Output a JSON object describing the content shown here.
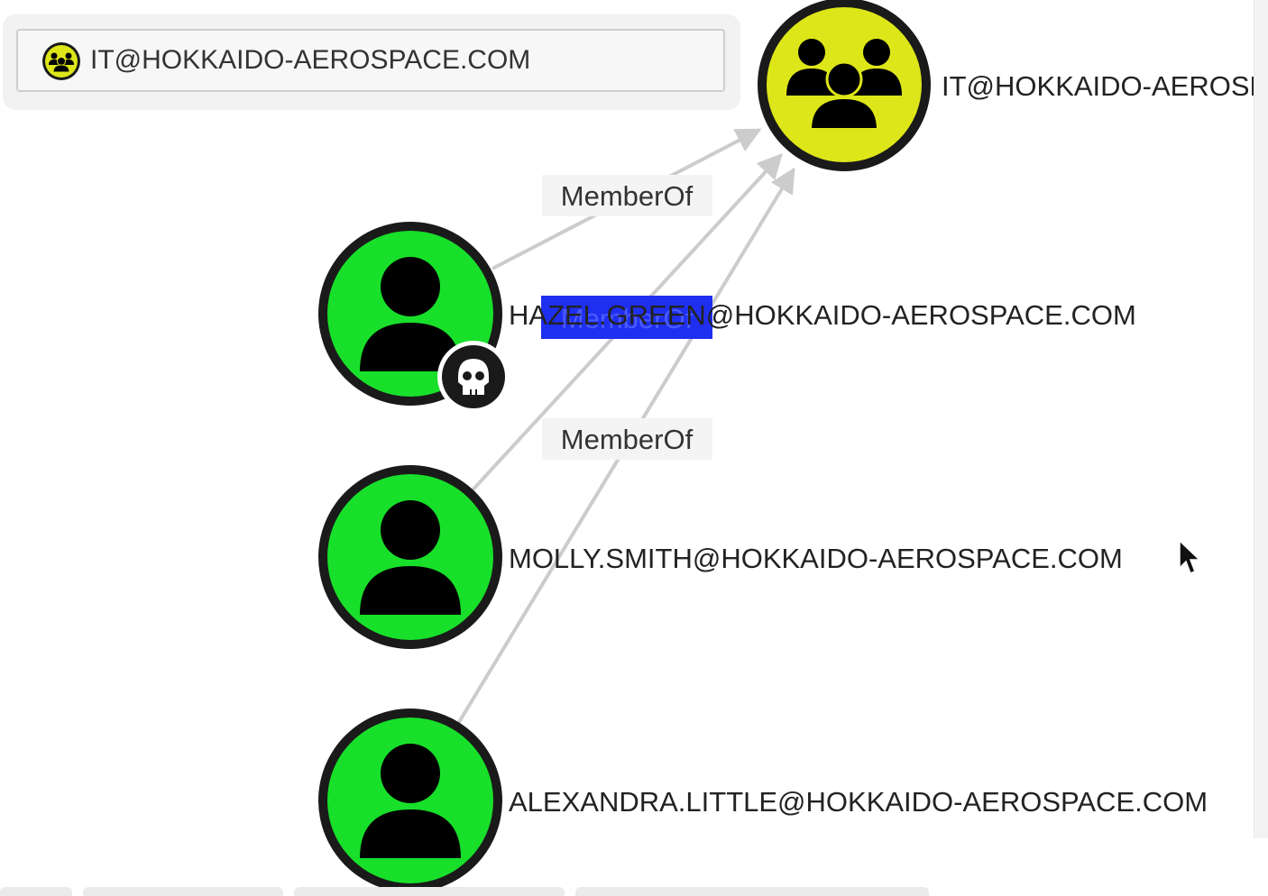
{
  "search": {
    "value": "IT@HOKKAIDO-AEROSPACE.COM",
    "icon": "group-icon"
  },
  "nodes": {
    "group": {
      "label": "IT@HOKKAIDO-AEROSPACE.COM",
      "type": "group",
      "icon": "group-icon",
      "color": "#dde619"
    },
    "hazel": {
      "label": "HAZEL.GREEN@HOKKAIDO-AEROSPACE.COM",
      "type": "user",
      "icon": "user-icon",
      "badge": "skull-icon",
      "color": "#18e02a"
    },
    "molly": {
      "label": "MOLLY.SMITH@HOKKAIDO-AEROSPACE.COM",
      "type": "user",
      "icon": "user-icon",
      "color": "#18e02a"
    },
    "alexandra": {
      "label": "ALEXANDRA.LITTLE@HOKKAIDO-AEROSPACE.COM",
      "type": "user",
      "icon": "user-icon",
      "color": "#18e02a"
    }
  },
  "edges": {
    "hazel_group": {
      "label": "MemberOf"
    },
    "molly_group": {
      "label": "MemberOf",
      "selected": true,
      "highlight_color": "#1f2ff0"
    },
    "alexandra_group": {
      "label": "MemberOf"
    }
  },
  "colors": {
    "edge": "#cccccc",
    "node_border": "#1a1a1a",
    "edge_label_bg": "#f4f4f4"
  },
  "bottom_tabs": [
    "",
    "",
    "",
    ""
  ]
}
